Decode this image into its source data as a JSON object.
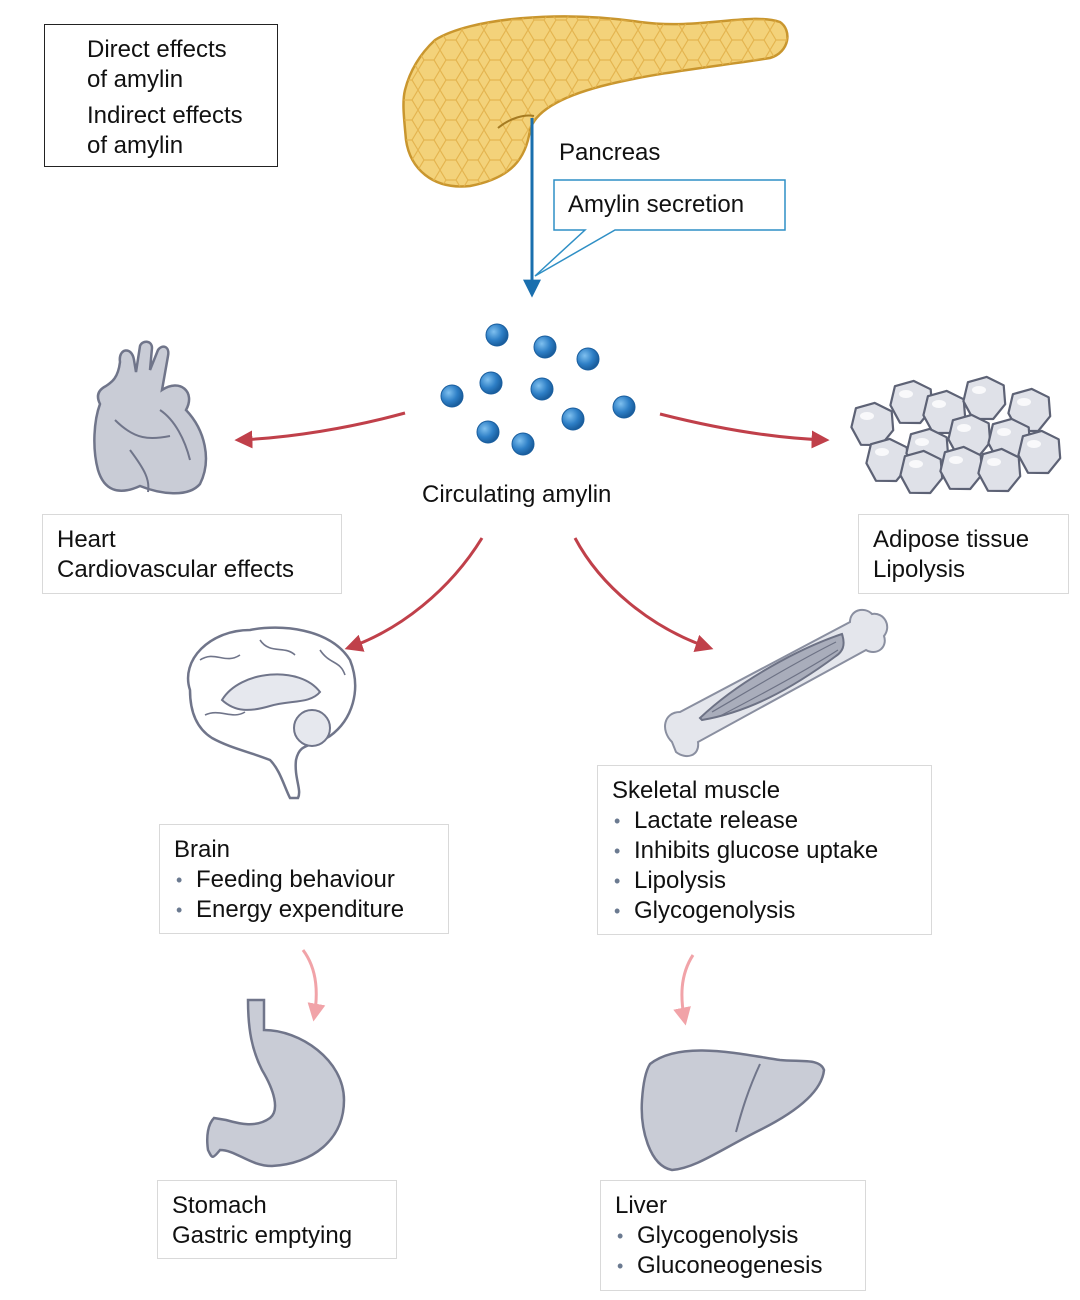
{
  "legend": {
    "direct": [
      "Direct effects",
      "of amylin"
    ],
    "indirect": [
      "Indirect effects",
      "of amylin"
    ],
    "direct_color": "#c0404a",
    "indirect_color": "#f1a3a8"
  },
  "pancreas": {
    "label": "Pancreas",
    "secretion_callout": "Amylin secretion"
  },
  "circulating": {
    "label": "Circulating amylin",
    "dot_color": "#2e7fc6",
    "dot_count": 10
  },
  "heart": {
    "lines": [
      "Heart",
      "Cardiovascular effects"
    ]
  },
  "adipose": {
    "lines": [
      "Adipose tissue",
      "Lipolysis"
    ]
  },
  "brain": {
    "title": "Brain",
    "bullets": [
      "Feeding behaviour",
      "Energy expenditure"
    ]
  },
  "muscle": {
    "title": "Skeletal muscle",
    "bullets": [
      "Lactate release",
      "Inhibits glucose uptake",
      "Lipolysis",
      "Glycogenolysis"
    ]
  },
  "stomach": {
    "lines": [
      "Stomach",
      "Gastric emptying"
    ]
  },
  "liver": {
    "title": "Liver",
    "bullets": [
      "Glycogenolysis",
      "Gluconeogenesis"
    ]
  },
  "colors": {
    "secretion_arrow": "#1a6fae",
    "organ_gray": "#c9ccd6",
    "pancreas_fill": "#f3d27a"
  }
}
